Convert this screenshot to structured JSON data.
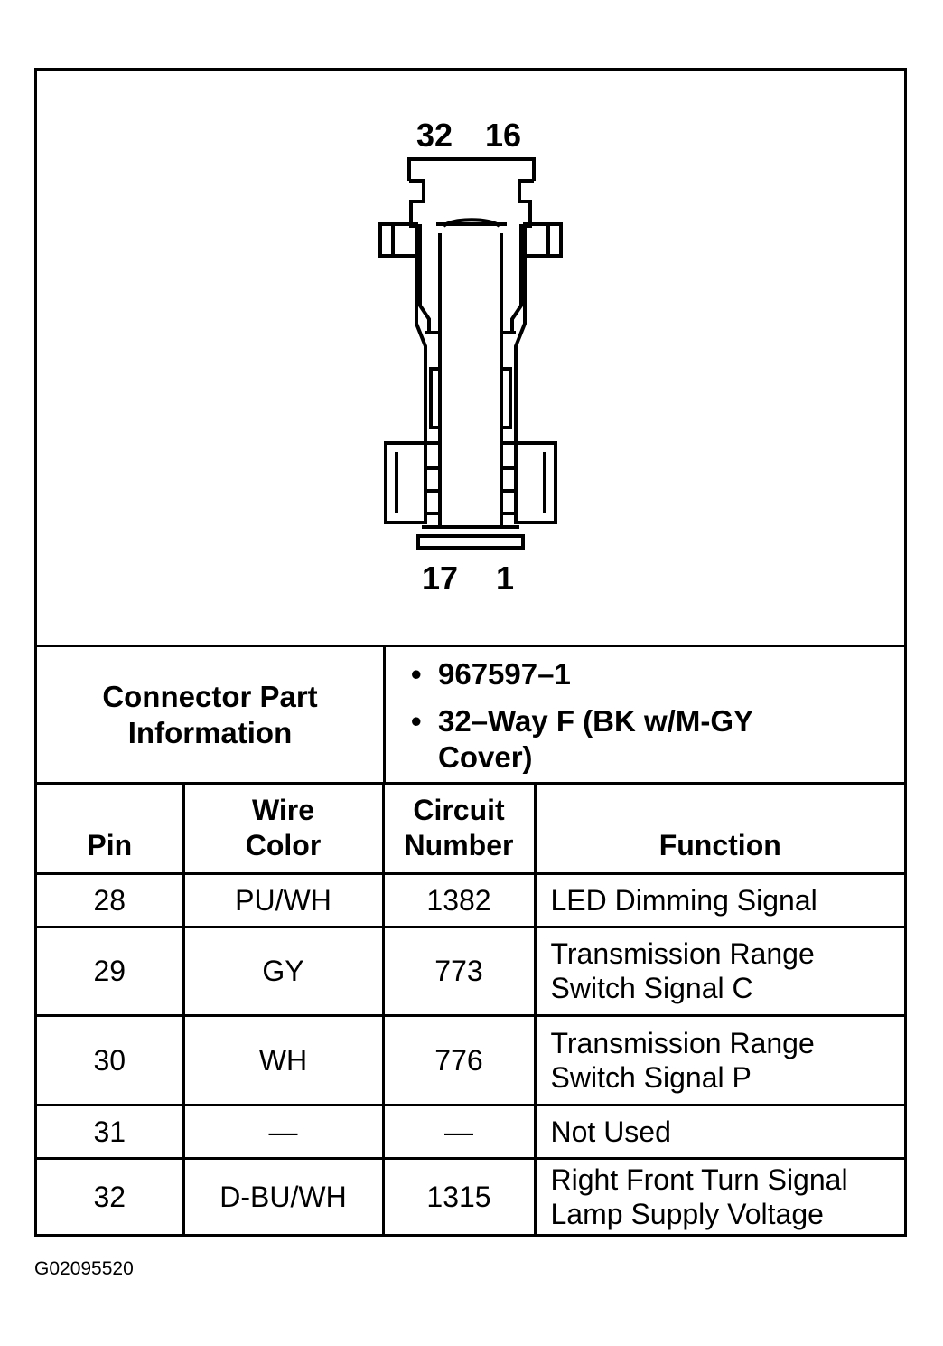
{
  "diagram": {
    "pin_labels": {
      "top_left": "32",
      "top_right": "16",
      "bottom_left": "17",
      "bottom_right": "1"
    }
  },
  "connector_info": {
    "label_line1": "Connector Part",
    "label_line2": "Information",
    "bullets": [
      {
        "lines": [
          "967597–1"
        ]
      },
      {
        "lines": [
          "32–Way F (BK w/M-GY",
          "Cover)"
        ]
      }
    ]
  },
  "pin_table": {
    "headers": {
      "pin": [
        "",
        "Pin"
      ],
      "wire_color": [
        "Wire",
        "Color"
      ],
      "circuit_number": [
        "Circuit",
        "Number"
      ],
      "function": [
        "",
        "Function"
      ]
    },
    "rows": [
      {
        "pin": "28",
        "wire_color": "PU/WH",
        "circuit": "1382",
        "function": [
          "LED Dimming Signal"
        ]
      },
      {
        "pin": "29",
        "wire_color": "GY",
        "circuit": "773",
        "function": [
          "Transmission Range",
          "Switch Signal C"
        ]
      },
      {
        "pin": "30",
        "wire_color": "WH",
        "circuit": "776",
        "function": [
          "Transmission Range",
          "Switch Signal P"
        ]
      },
      {
        "pin": "31",
        "wire_color": "—",
        "circuit": "—",
        "function": [
          "Not Used"
        ]
      },
      {
        "pin": "32",
        "wire_color": "D-BU/WH",
        "circuit": "1315",
        "function": [
          "Right Front Turn Signal",
          "Lamp Supply Voltage"
        ]
      }
    ]
  },
  "figure_id": "G02095520"
}
